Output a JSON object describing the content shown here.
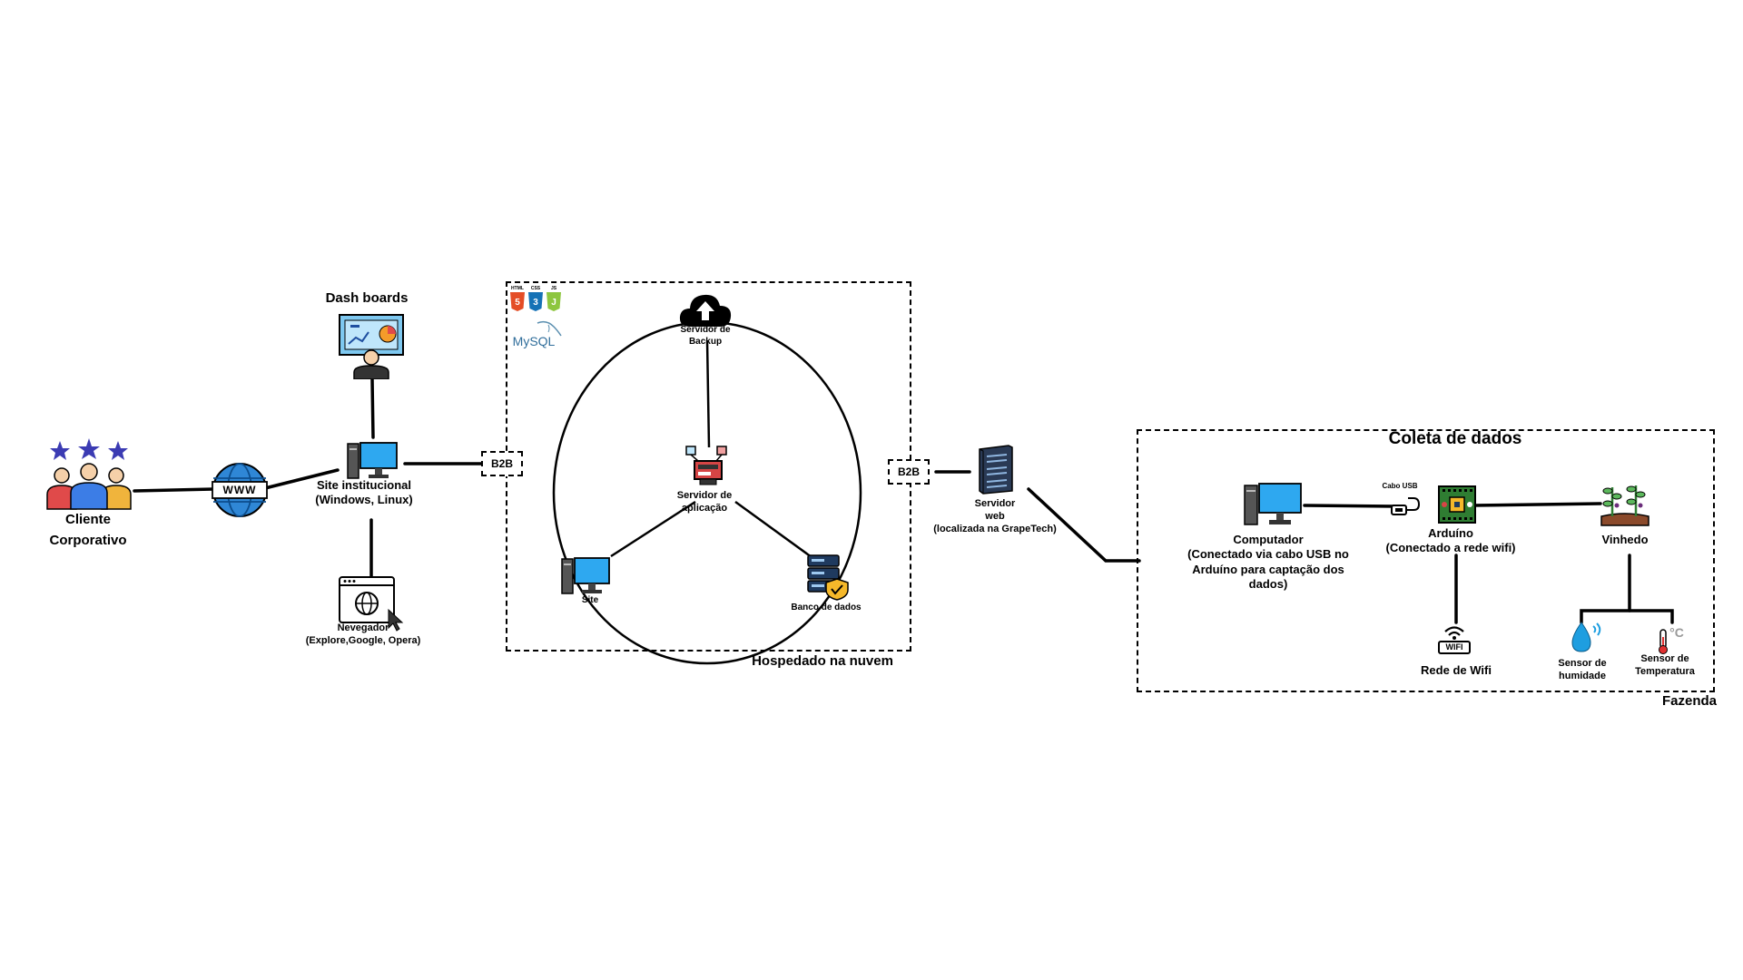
{
  "cliente": {
    "label_line1": "Cliente",
    "label_line2": "Corporativo",
    "icon": "people-stars-icon"
  },
  "www": {
    "text": "WWW",
    "icon": "globe-www-icon"
  },
  "dashboards": {
    "label": "Dash boards",
    "icon": "dashboard-monitor-icon"
  },
  "site_institucional": {
    "label_line1": "Site institucional",
    "label_line2": "(Windows, Linux)",
    "icon": "desktop-computer-icon"
  },
  "navegador": {
    "label_line1": "Nevegador",
    "label_line2": "(Explore,Google, Opera)",
    "icon": "browser-window-icon"
  },
  "b2b_left": "B2B",
  "b2b_right": "B2B",
  "cloud": {
    "caption": "Hospedado na nuvem",
    "tech_logos": {
      "html": "HTML",
      "css": "CSS",
      "js": "JS",
      "mysql": "MySQL"
    },
    "backup": {
      "label_line1": "Servidor de",
      "label_line2": "Backup",
      "icon": "cloud-upload-icon"
    },
    "app_server": {
      "label_line1": "Servidor de",
      "label_line2": "aplicação",
      "icon": "application-server-icon"
    },
    "site": {
      "label": "Site",
      "icon": "desktop-computer-icon"
    },
    "database": {
      "label": "Banco de dados",
      "icon": "database-shield-icon"
    }
  },
  "web_server": {
    "label_line1": "Servidor",
    "label_line2": "web",
    "label_line3": "(localizada na GrapeTech)",
    "icon": "server-rack-icon"
  },
  "farm": {
    "title": "Coleta de dados",
    "caption": "Fazenda",
    "computer": {
      "label_line1": "Computador",
      "label_line2": "(Conectado via cabo USB no",
      "label_line3": "Arduíno para captação dos",
      "label_line4": "dados)",
      "icon": "desktop-computer-icon"
    },
    "usb": {
      "label": "Cabo USB",
      "icon": "usb-cable-icon"
    },
    "arduino": {
      "label_line1": "Arduíno",
      "label_line2": "(Conectado a rede wifi)",
      "icon": "circuit-board-icon"
    },
    "wifi": {
      "badge": "WIFI",
      "label": "Rede de Wifi",
      "icon": "wifi-icon"
    },
    "vinhedo": {
      "label": "Vinhedo",
      "icon": "vineyard-plants-icon"
    },
    "humidity": {
      "label_line1": "Sensor de",
      "label_line2": "humidade",
      "icon": "water-drop-icon"
    },
    "temperature": {
      "label_line1": "Sensor de",
      "label_line2": "Temperatura",
      "icon": "thermometer-icon"
    }
  }
}
